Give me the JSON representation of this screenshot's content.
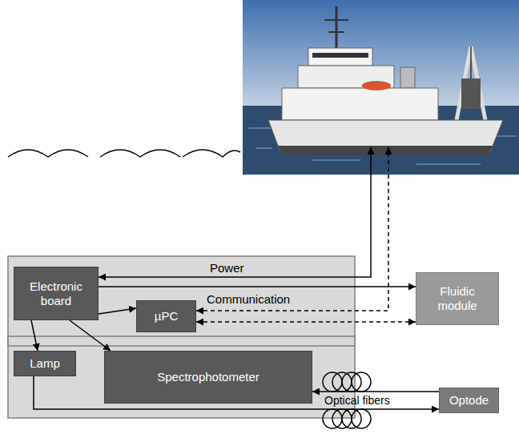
{
  "diagram": {
    "nodes": [
      {
        "text": [
          "Electronic board"
        ]
      },
      {
        "text": [
          "µPC"
        ]
      },
      {
        "text": [
          "Fluidic module"
        ]
      },
      {
        "text": [
          "Lamp"
        ]
      },
      {
        "text": [
          "Spectrophotometer"
        ]
      },
      {
        "text": [
          "Optode"
        ]
      }
    ],
    "edges": [
      {
        "from": 0,
        "to": 3,
        "arrow": "to"
      },
      {
        "from": 0,
        "to": 4,
        "arrow": "to"
      },
      {
        "from": 0,
        "to": 1,
        "arrow": "to"
      },
      {
        "from": 0,
        "to": 2,
        "arrow": "to"
      },
      {
        "from": 1,
        "to": 2,
        "arrow": "both"
      },
      {
        "from": 3,
        "to": 5,
        "arrow": "to"
      },
      {
        "from": 5,
        "to": 4,
        "arrow": "to"
      }
    ],
    "labels": [
      "Power",
      "Communication",
      "Optical fibers"
    ]
  }
}
